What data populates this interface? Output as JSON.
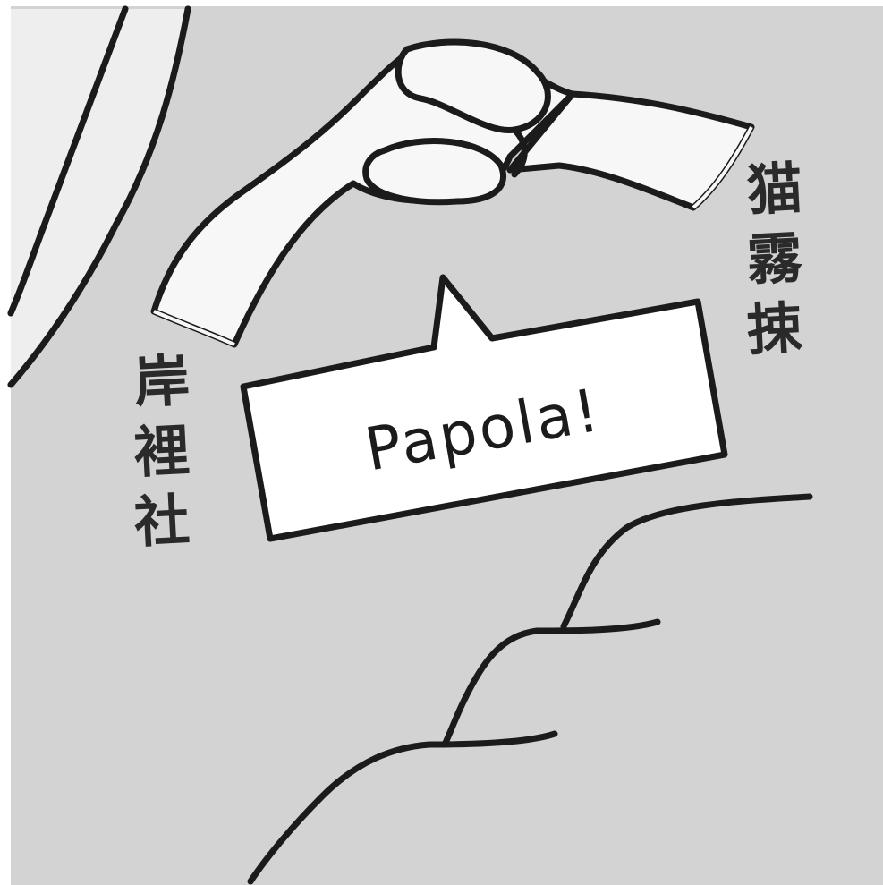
{
  "comic": {
    "speech": "Papola!",
    "left_name": [
      "岸",
      "裡",
      "社"
    ],
    "right_name": [
      "猫",
      "霧",
      "捒"
    ]
  },
  "colors": {
    "panel_bg": "#d3d3d3",
    "line": "#1b1b1b",
    "fill": "#f7f7f7"
  }
}
